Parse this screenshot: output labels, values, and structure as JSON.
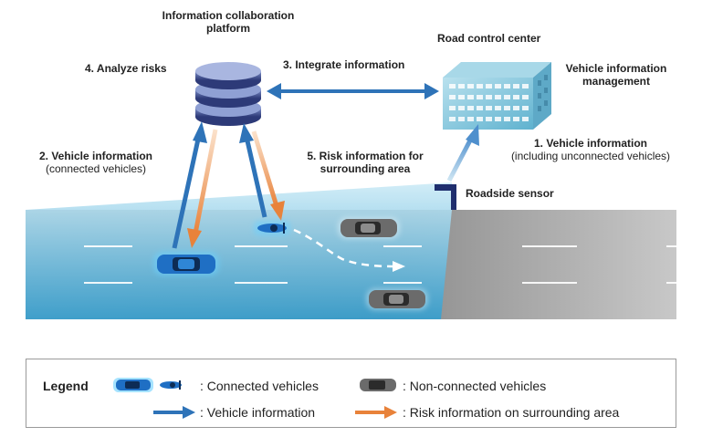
{
  "platform": {
    "title": "Information collaboration platform",
    "title_line1": "Information collaboration",
    "title_line2": "platform",
    "analyze_label": "4. Analyze risks"
  },
  "road_control": {
    "title": "Road control center",
    "vehicle_info_mgmt_line1": "Vehicle information",
    "vehicle_info_mgmt_line2": "management"
  },
  "flows": {
    "integrate": "3. Integrate information",
    "vehicle_info_connected_line1": "2. Vehicle information",
    "vehicle_info_connected_line2": "(connected vehicles)",
    "risk_info_line1": "5. Risk information for",
    "risk_info_line2": "surrounding area",
    "vehicle_info_all_line1": "1. Vehicle information",
    "vehicle_info_all_line2": "(including unconnected vehicles)"
  },
  "sensor": {
    "label": "Roadside sensor"
  },
  "legend": {
    "title": "Legend",
    "connected": ": Connected vehicles",
    "non_connected": ": Non-connected vehicles",
    "vehicle_info": ": Vehicle information",
    "risk_info": ": Risk information on surrounding area"
  },
  "colors": {
    "vehicle_info_arrow": "#2e73b8",
    "risk_info_arrow": "#e8823a",
    "connected_car": "#1f6fc4",
    "non_connected_car": "#6b6b6b",
    "building": "#86c8dc",
    "road": "#8c8c8c",
    "coverage": "#6fc6e8",
    "database": "#3a4a8a"
  }
}
